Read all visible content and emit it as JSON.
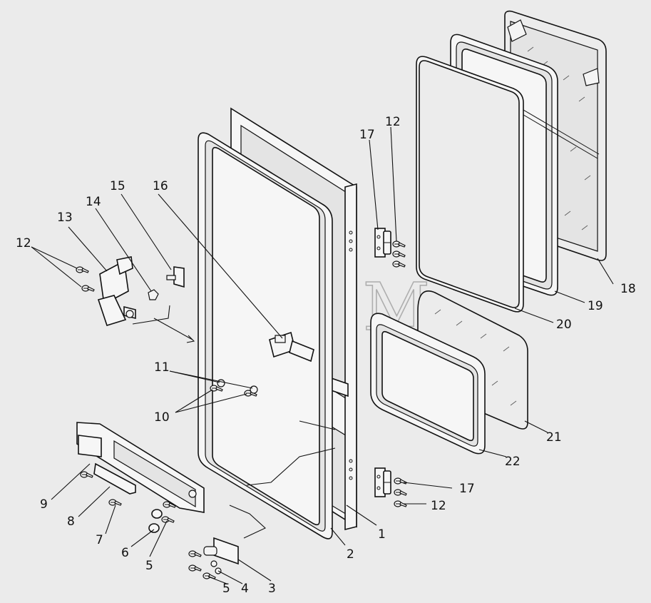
{
  "watermark": "CEJIM",
  "callouts": [
    {
      "id": "c-1",
      "text": "1"
    },
    {
      "id": "c-2",
      "text": "2"
    },
    {
      "id": "c-3",
      "text": "3"
    },
    {
      "id": "c-4",
      "text": "4"
    },
    {
      "id": "c-5a",
      "text": "5"
    },
    {
      "id": "c-5b",
      "text": "5"
    },
    {
      "id": "c-6",
      "text": "6"
    },
    {
      "id": "c-7",
      "text": "7"
    },
    {
      "id": "c-8",
      "text": "8"
    },
    {
      "id": "c-9",
      "text": "9"
    },
    {
      "id": "c-10",
      "text": "10"
    },
    {
      "id": "c-11",
      "text": "11"
    },
    {
      "id": "c-12a",
      "text": "12"
    },
    {
      "id": "c-12b",
      "text": "12"
    },
    {
      "id": "c-12c",
      "text": "12"
    },
    {
      "id": "c-13",
      "text": "13"
    },
    {
      "id": "c-14",
      "text": "14"
    },
    {
      "id": "c-15",
      "text": "15"
    },
    {
      "id": "c-16",
      "text": "16"
    },
    {
      "id": "c-17a",
      "text": "17"
    },
    {
      "id": "c-17b",
      "text": "17"
    },
    {
      "id": "c-18",
      "text": "18"
    },
    {
      "id": "c-19",
      "text": "19"
    },
    {
      "id": "c-20",
      "text": "20"
    },
    {
      "id": "c-21",
      "text": "21"
    },
    {
      "id": "c-22",
      "text": "22"
    }
  ]
}
